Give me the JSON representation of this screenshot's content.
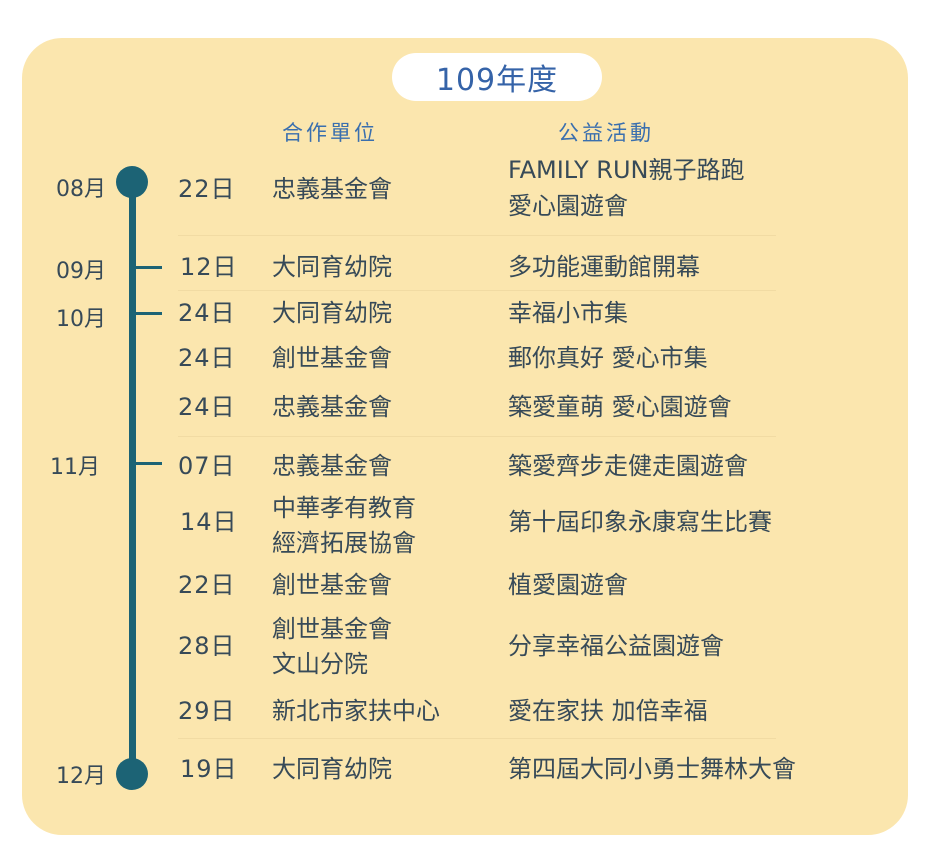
{
  "year": "109年度",
  "headers": {
    "partner": "合作單位",
    "activity": "公益活動"
  },
  "months": {
    "aug": "08月",
    "sep": "09月",
    "oct": "10月",
    "nov": "11月",
    "dec": "12月"
  },
  "rows": [
    {
      "day": "22日",
      "partner": [
        "忠義基金會"
      ],
      "activity": [
        "FAMILY RUN親子路跑",
        "愛心園遊會"
      ]
    },
    {
      "day": "12日",
      "partner": [
        "大同育幼院"
      ],
      "activity": [
        "多功能運動館開幕"
      ]
    },
    {
      "day": "24日",
      "partner": [
        "大同育幼院"
      ],
      "activity": [
        "幸福小市集"
      ]
    },
    {
      "day": "24日",
      "partner": [
        "創世基金會"
      ],
      "activity": [
        "郵你真好 愛心市集"
      ]
    },
    {
      "day": "24日",
      "partner": [
        "忠義基金會"
      ],
      "activity": [
        "築愛童萌 愛心園遊會"
      ]
    },
    {
      "day": "07日",
      "partner": [
        "忠義基金會"
      ],
      "activity": [
        "築愛齊步走健走園遊會"
      ]
    },
    {
      "day": "14日",
      "partner": [
        "中華孝有教育",
        "經濟拓展協會"
      ],
      "activity": [
        "第十屆印象永康寫生比賽"
      ]
    },
    {
      "day": "22日",
      "partner": [
        "創世基金會"
      ],
      "activity": [
        "植愛園遊會"
      ]
    },
    {
      "day": "28日",
      "partner": [
        "創世基金會",
        "文山分院"
      ],
      "activity": [
        "分享幸福公益園遊會"
      ]
    },
    {
      "day": "29日",
      "partner": [
        "新北市家扶中心"
      ],
      "activity": [
        "愛在家扶 加倍幸福"
      ]
    },
    {
      "day": "19日",
      "partner": [
        "大同育幼院"
      ],
      "activity": [
        "第四屆大同小勇士舞林大會"
      ]
    }
  ],
  "colors": {
    "background": "#fbe6ae",
    "timeline": "#1c6375",
    "heading": "#3a6fae",
    "text": "#374a58"
  }
}
